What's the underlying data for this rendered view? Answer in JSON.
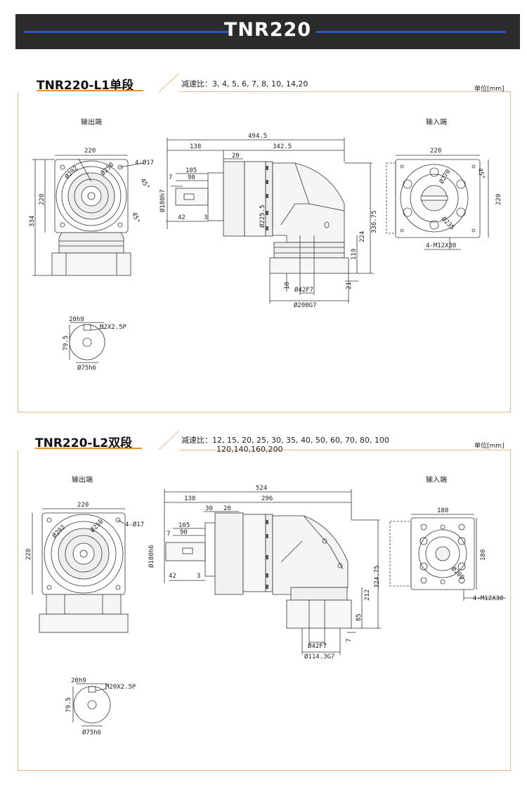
{
  "header": {
    "title": "TNR220"
  },
  "section1": {
    "title": "TNR220-L1单段",
    "ratio": "减速比：3, 4, 5, 6, 7, 8, 10, 14,20",
    "unit": "单位[mm]",
    "output_label": "输出端",
    "input_label": "输入端",
    "dims": {
      "out_w": "220",
      "out_h": "220",
      "out_total": "334",
      "holes": "4-Ø17",
      "d292": "Ø292",
      "d250": "Ø250",
      "a45a": "45°",
      "a45b": "45°",
      "total_len": "494.5",
      "len138": "138",
      "len342": "342.5",
      "len20": "20",
      "len105": "105",
      "len90": "90",
      "len7": "7",
      "len42": "42",
      "len3": "3",
      "shaft": "Ø180h7",
      "d225": "Ø225.5",
      "h336": "336.75",
      "h224": "224",
      "h119": "119",
      "h10": "10",
      "h21": "21",
      "d42f7": "Ø42F7",
      "d200g7": "Ø200G7",
      "in_w": "220",
      "in_h": "220",
      "d270": "Ø270",
      "d235": "Ø235",
      "a45": "45°",
      "m12": "4-M12X30",
      "key20": "20h9",
      "m2": "M2X2.5P",
      "k795": "79.5",
      "k75": "Ø75h6"
    }
  },
  "section2": {
    "title": "TNR220-L2双段",
    "ratio1": "减速比：12, 15, 20, 25, 30, 35, 40, 50, 60, 70, 80, 100",
    "ratio2": "120,140,160,200",
    "unit": "单位[mm]",
    "output_label": "输出端",
    "input_label": "输入端",
    "dims": {
      "out_w": "220",
      "out_h": "220",
      "holes": "4-Ø17",
      "d292": "Ø292",
      "d250": "Ø250",
      "total_len": "524",
      "len138": "138",
      "len296": "296",
      "len30": "30",
      "len20": "20",
      "len105": "105",
      "len90": "90",
      "len7": "7",
      "len42": "42",
      "len3": "3",
      "shaft": "Ø180h6",
      "h324": "324.75",
      "h212": "212",
      "h85": "85",
      "h7": "7",
      "d42f7": "Ø42F7",
      "d114": "Ø114.3G7",
      "in_w": "180",
      "in_h": "180",
      "d200": "Ø200",
      "m12": "4-M12X30",
      "key20": "20h9",
      "m20": "M20X2.5P",
      "k795": "79.5",
      "k75": "Ø75h6"
    }
  }
}
